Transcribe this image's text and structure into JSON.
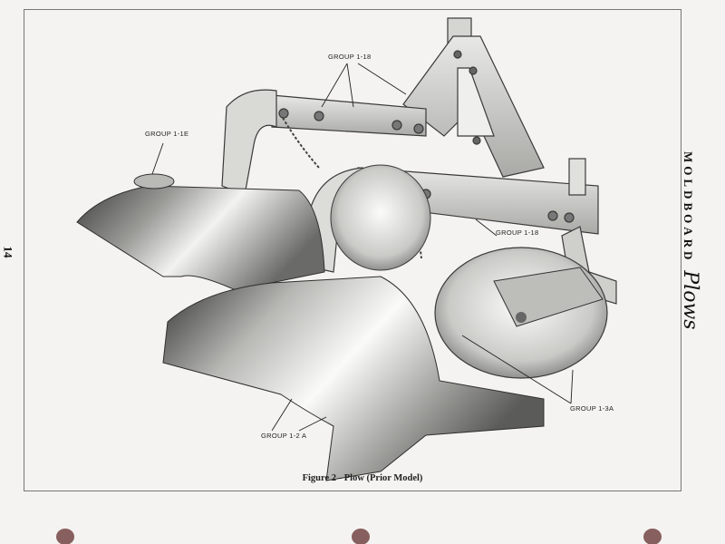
{
  "page": {
    "page_number": "14",
    "side_title_caps": "MOLDBOARD",
    "side_title_script": "Plows",
    "caption": "Figure 2 - Plow (Prior Model)"
  },
  "callouts": {
    "group_1_1e": "GROUP 1-1E",
    "group_1_18_top": "GROUP 1-18",
    "group_1_18_mid": "GROUP 1-18",
    "group_1_3a": "GROUP 1-3A",
    "group_1_2a": "GROUP 1-2 A"
  },
  "colors": {
    "paper": "#f4f3f1",
    "metal_light": "#e2e2e0",
    "metal_dark": "#4a4a48"
  }
}
